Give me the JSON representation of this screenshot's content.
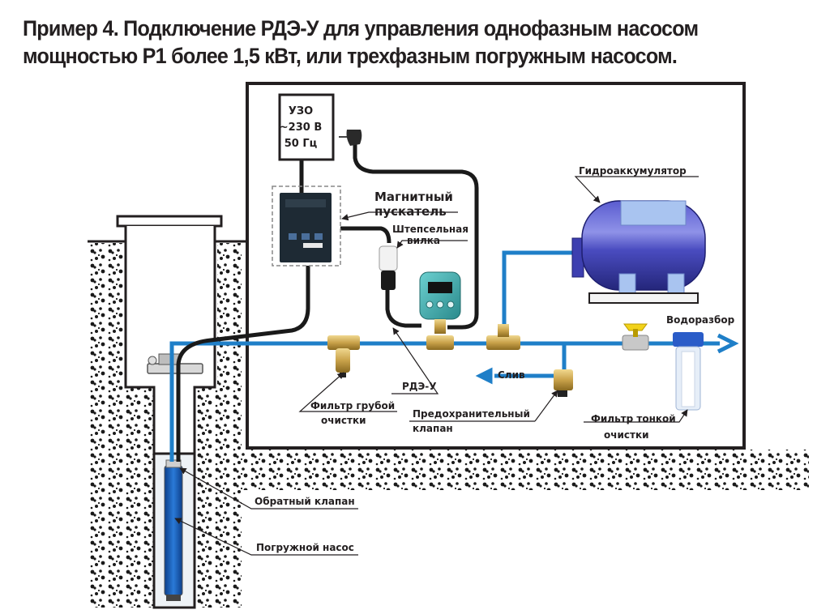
{
  "title": {
    "line1": "Пример 4. Подключение РДЭ-У для управления однофазным насосом",
    "line2": "мощностью P1 более 1,5 кВт, или трехфазным погружным насосом."
  },
  "uzo": {
    "line1": "УЗО",
    "line2": "~230 В",
    "line3": "50 Гц"
  },
  "labels": {
    "magnetic_starter_1": "Магнитный",
    "magnetic_starter_2": "пускатель",
    "plug_1": "Штепсельная",
    "plug_2": "вилка",
    "accumulator": "Гидроаккумулятор",
    "water_outlet": "Водоразбор",
    "rde": "РДЭ-У",
    "drain": "Слив",
    "coarse_filter_1": "Фильтр грубой",
    "coarse_filter_2": "очистки",
    "safety_valve_1": "Предохранительный",
    "safety_valve_2": "клапан",
    "fine_filter_1": "Фильтр тонкой",
    "fine_filter_2": "очистки",
    "check_valve": "Обратный клапан",
    "submersible_pump": "Погружной насос"
  },
  "colors": {
    "pipe": "#1f7fc8",
    "cable": "#1a1a1a",
    "tank": "#3d3fb0",
    "brass": "#c9a24a",
    "controller": "#3aa6a8",
    "soil": "#1a1a1a"
  }
}
